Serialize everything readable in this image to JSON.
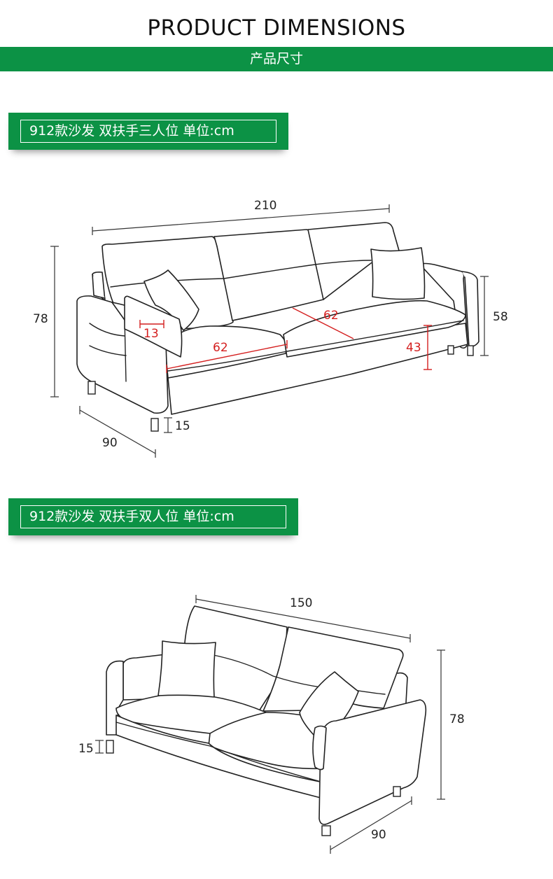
{
  "header": {
    "title": "PRODUCT DIMENSIONS",
    "subtitle": "产品尺寸"
  },
  "colors": {
    "brand_green": "#0c9245",
    "accent_red": "#d41f1f"
  },
  "three_seat": {
    "label": "912款沙发 双扶手三人位 单位:cm",
    "dims": {
      "width": "210",
      "height": "78",
      "arm_height": "58",
      "depth": "90",
      "leg": "15",
      "arm_width": "13",
      "seat_depth": "62",
      "seat_width": "62",
      "seat_height": "43"
    }
  },
  "two_seat": {
    "label": "912款沙发 双扶手双人位 单位:cm",
    "dims": {
      "width": "150",
      "height": "78",
      "depth": "90",
      "leg": "15"
    }
  }
}
